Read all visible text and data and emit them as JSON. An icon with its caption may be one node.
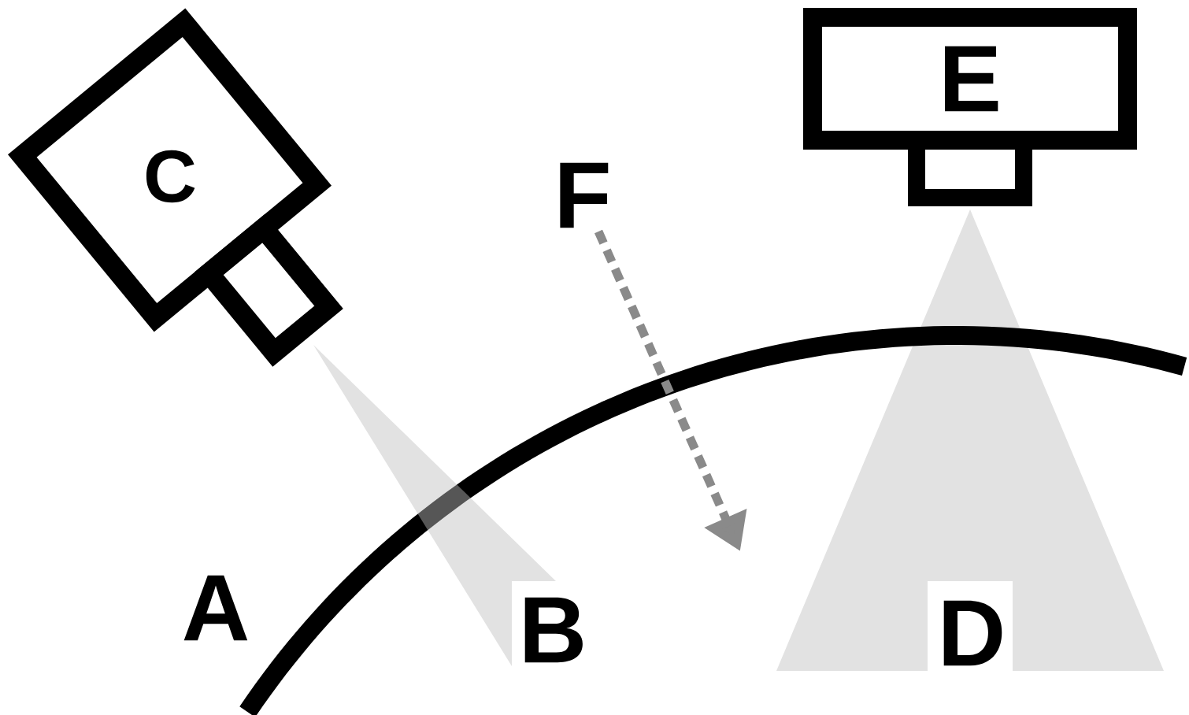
{
  "diagram": {
    "nodes": [
      {
        "text": [
          "C"
        ]
      },
      {
        "text": [
          "E"
        ]
      },
      {
        "text": [
          "B"
        ]
      },
      {
        "text": [
          "D"
        ]
      }
    ],
    "labels": [
      "F",
      "A"
    ]
  }
}
